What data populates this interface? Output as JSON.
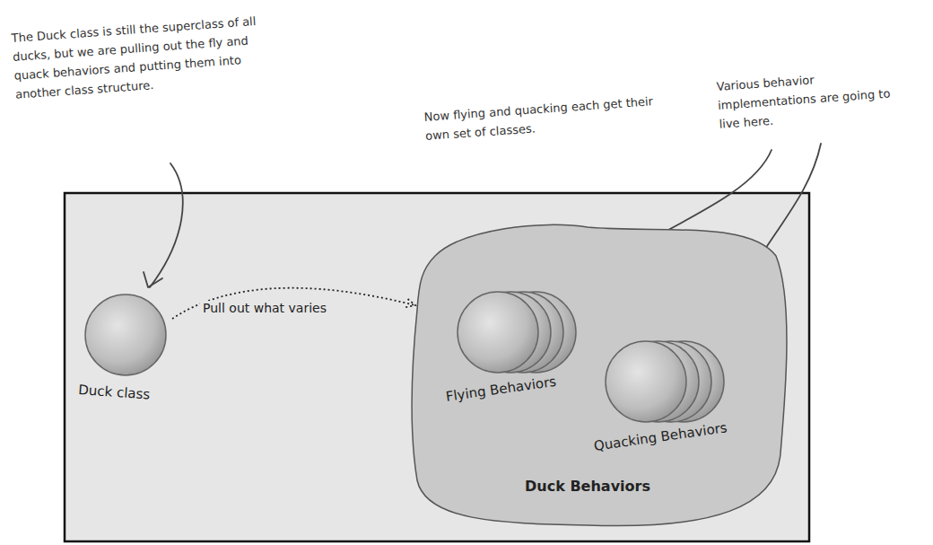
{
  "diagram": {
    "nodes": [
      {
        "text": [
          "Duck class"
        ]
      },
      {
        "text": [
          "Duck Behaviors"
        ]
      },
      {
        "text": [
          "Flying Behaviors"
        ],
        "in": 1
      },
      {
        "text": [
          "Quacking Behaviors"
        ],
        "in": 1
      }
    ],
    "edges": [
      {
        "from": 0,
        "to": 1,
        "arrow": "to",
        "label": "Pull out what varies"
      }
    ],
    "labels": [
      "The Duck class is still the superclass of all ducks, but we are pulling out the fly and quack behaviors and putting them into another class structure.",
      "Now flying and quacking each get their own set of classes.",
      "Various behavior implementations are going to live here."
    ]
  }
}
